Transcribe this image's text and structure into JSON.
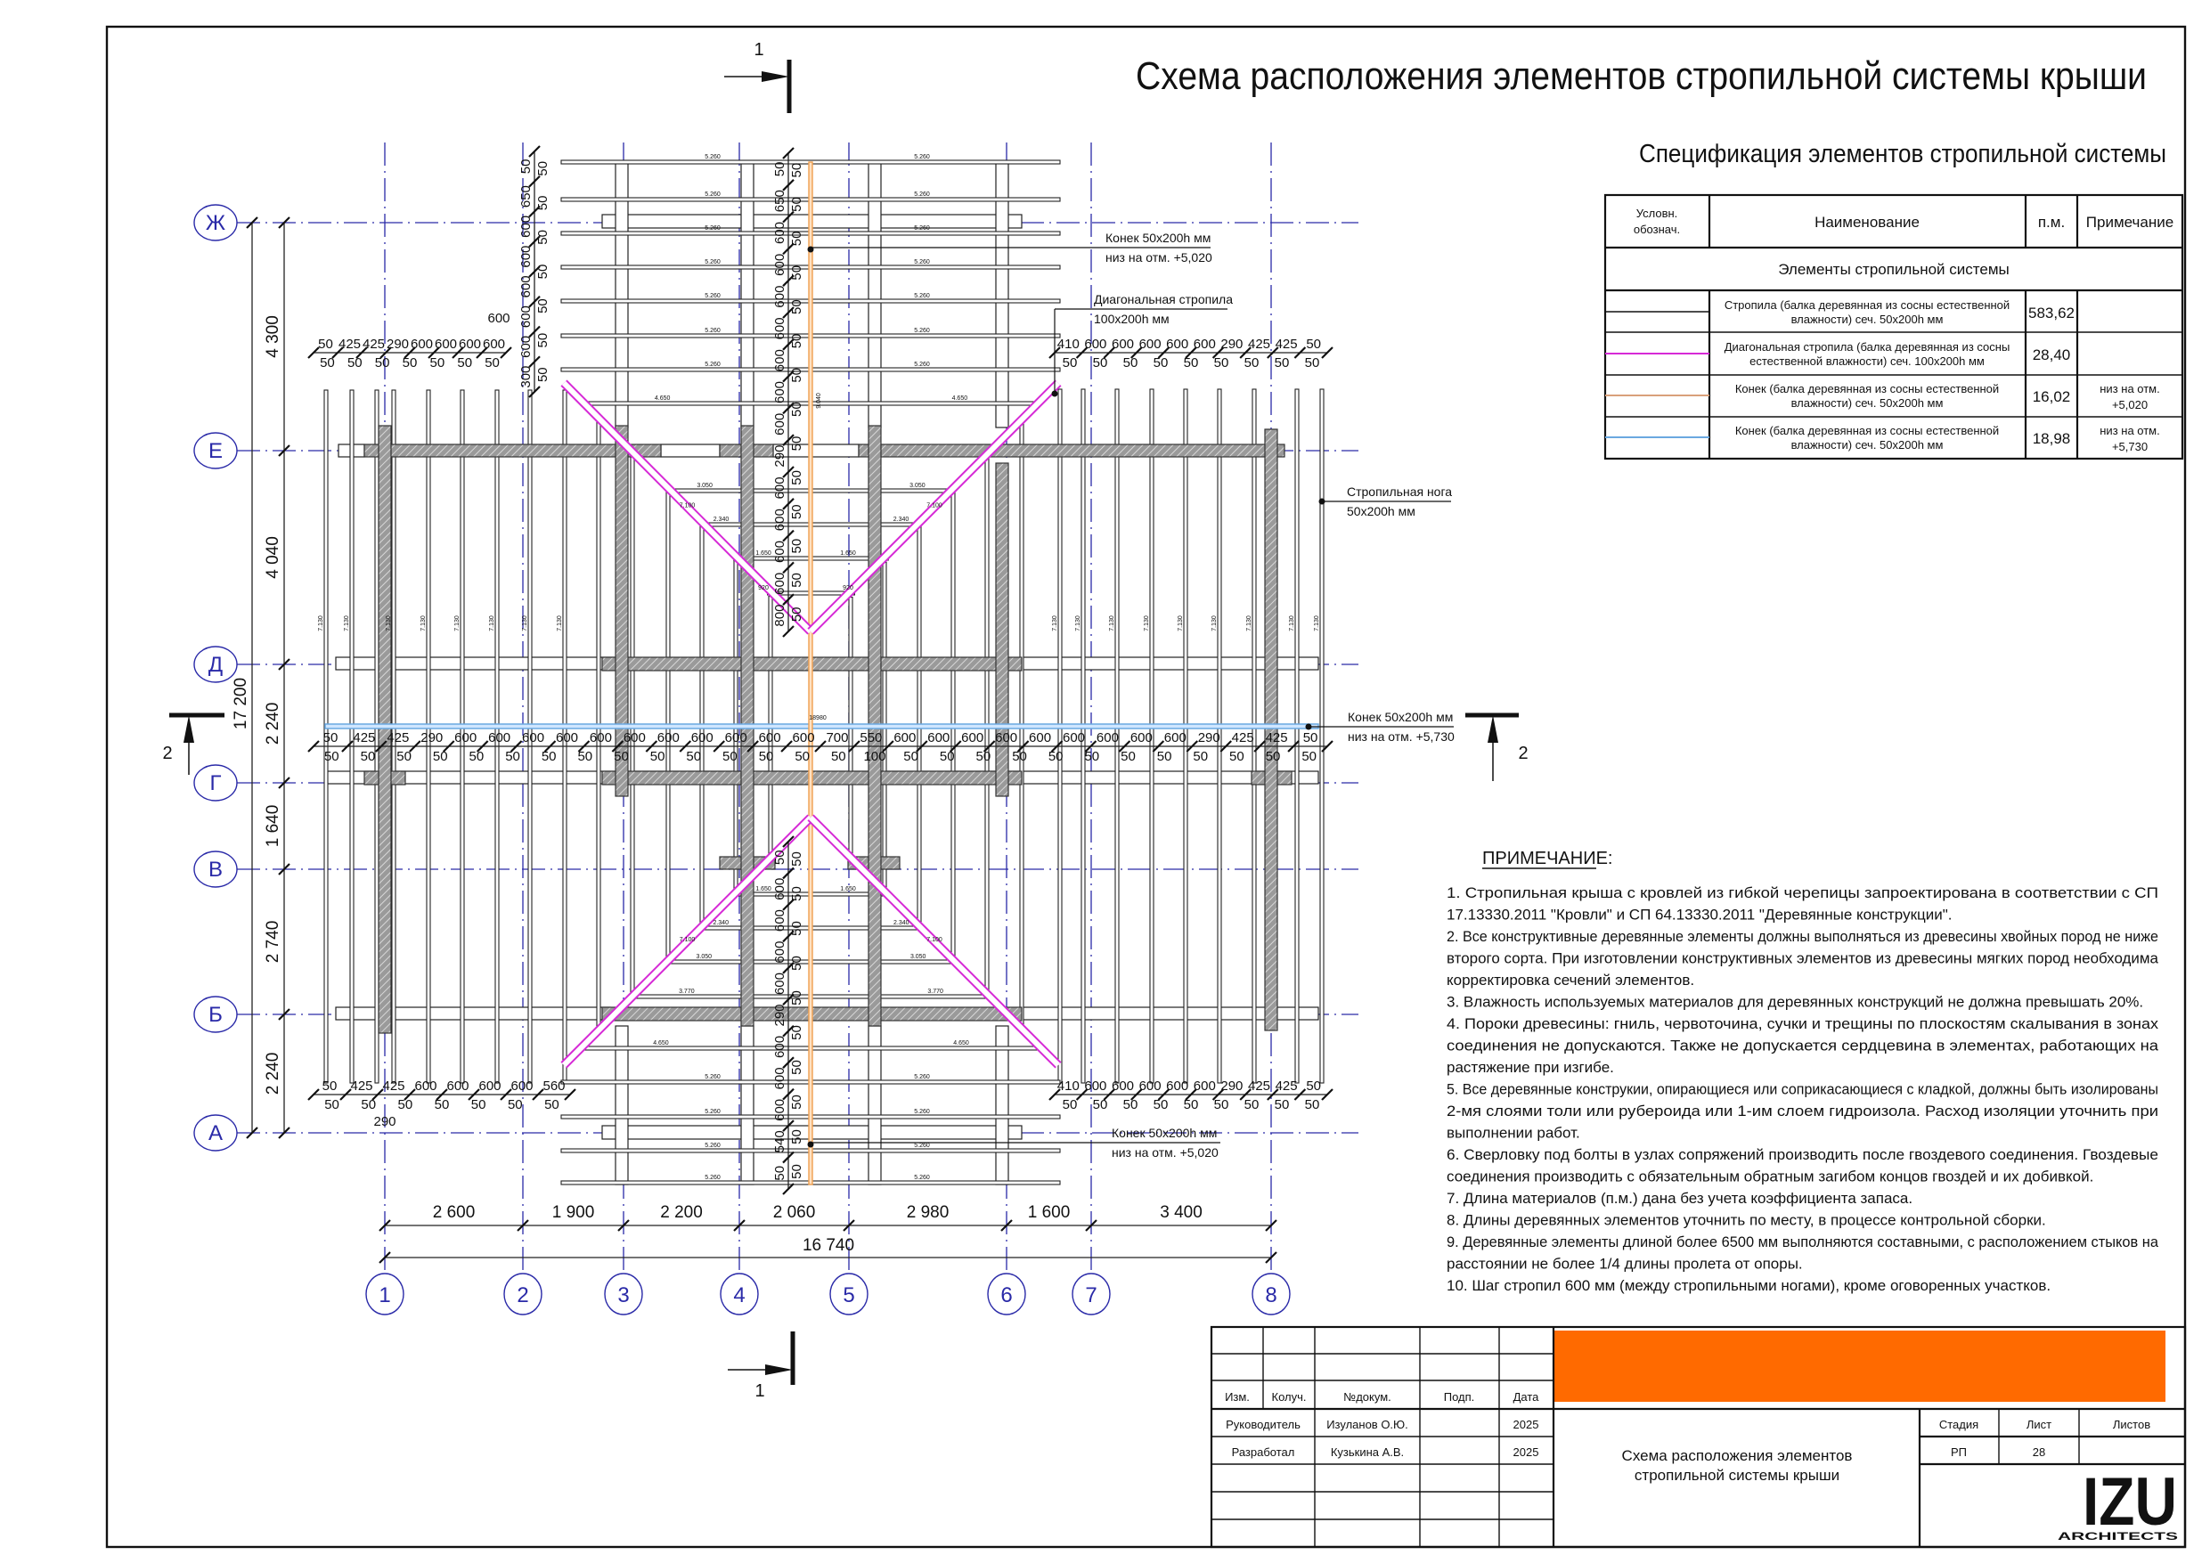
{
  "title": "Схема расположения элементов стропильной системы крыши",
  "section_marks": {
    "vertical": "1",
    "horizontal": "2"
  },
  "grid": {
    "columns": [
      "1",
      "2",
      "3",
      "4",
      "5",
      "6",
      "7",
      "8"
    ],
    "rows": [
      "Ж",
      "Е",
      "Д",
      "Г",
      "В",
      "Б",
      "А"
    ]
  },
  "dims": {
    "columns": [
      "2 600",
      "1 900",
      "2 200",
      "2 060",
      "2 980",
      "1 600",
      "3 400"
    ],
    "columns_total": "16 740",
    "rows": [
      "4 300",
      "4 040",
      "2 240",
      "1 640",
      "2 740",
      "2 240"
    ],
    "rows_total": "17 200"
  },
  "chains": {
    "top_left": {
      "upper": [
        "50",
        "425",
        "425",
        "290",
        "600",
        "600",
        "600",
        "600"
      ],
      "lower": [
        "50",
        "50",
        "50",
        "50",
        "50",
        "50",
        "50"
      ]
    },
    "top_right": {
      "upper": [
        "410",
        "600",
        "600",
        "600",
        "600",
        "600",
        "290",
        "425",
        "425",
        "50"
      ],
      "lower": [
        "50",
        "50",
        "50",
        "50",
        "50",
        "50",
        "50",
        "50",
        "50"
      ]
    },
    "middle": {
      "upper": [
        "50",
        "425",
        "425",
        "290",
        "600",
        "600",
        "600",
        "600",
        "600",
        "600",
        "600",
        "600",
        "600",
        "600",
        "600",
        "700",
        "550",
        "600",
        "600",
        "600",
        "600",
        "600",
        "600",
        "600",
        "600",
        "600",
        "290",
        "425",
        "425",
        "50"
      ],
      "lower": [
        "50",
        "50",
        "50",
        "50",
        "50",
        "50",
        "50",
        "50",
        "50",
        "50",
        "50",
        "50",
        "50",
        "50",
        "50",
        "100",
        "50",
        "50",
        "50",
        "50",
        "50",
        "50",
        "50",
        "50",
        "50",
        "50",
        "50",
        "50"
      ]
    },
    "bottom_left": {
      "upper": [
        "50",
        "425",
        "425",
        "600",
        "600",
        "600",
        "600",
        "560"
      ],
      "lower": [
        "50",
        "50",
        "50",
        "50",
        "50",
        "50",
        "50"
      ],
      "extra": "290"
    },
    "bottom_right": {
      "upper": [
        "410",
        "600",
        "600",
        "600",
        "600",
        "600",
        "290",
        "425",
        "425",
        "50"
      ],
      "lower": [
        "50",
        "50",
        "50",
        "50",
        "50",
        "50",
        "50",
        "50",
        "50"
      ]
    },
    "left_vertical": {
      "upper": [
        "50",
        "650",
        "600",
        "600",
        "600",
        "600",
        "600",
        "300"
      ],
      "lower": [
        "50",
        "50",
        "50",
        "50",
        "50",
        "50",
        "50"
      ],
      "extra": "600"
    },
    "center_top": {
      "upper": [
        "50",
        "650",
        "600",
        "600",
        "600",
        "600",
        "600",
        "600",
        "600",
        "290",
        "600",
        "600",
        "600",
        "600",
        "800"
      ],
      "lower": [
        "50",
        "50",
        "50",
        "50",
        "50",
        "50",
        "50",
        "50",
        "50",
        "50",
        "50",
        "50",
        "50",
        "50"
      ]
    },
    "center_bottom": {
      "upper": [
        "50",
        "600",
        "600",
        "600",
        "600",
        "290",
        "600",
        "600",
        "600",
        "540",
        "50"
      ],
      "lower": [
        "50",
        "50",
        "50",
        "50",
        "50",
        "50",
        "50",
        "50",
        "50",
        "50"
      ]
    }
  },
  "rafter_lengths": {
    "top_rows": [
      "5.260",
      "5.260",
      "5.260",
      "5.260",
      "5.260",
      "5.260",
      "5.260"
    ],
    "v_rows": [
      "4.650",
      "3.050",
      "2.340",
      "1.650",
      "920"
    ],
    "l_rows": [
      "1.650",
      "2.340",
      "3.050",
      "3.770",
      "4.650"
    ],
    "bottom_rows": [
      "5.260",
      "5.260",
      "5.260",
      "5.260"
    ],
    "wing": "7.130",
    "diagonal": "7.100",
    "blue_ridge": "18980",
    "orange_ridge": "9.040"
  },
  "callouts": {
    "ridge_top": {
      "line1": "Конек 50х200h мм",
      "line2": "низ на отм. +5,020"
    },
    "diagonal": {
      "line1": "Диагональная стропила",
      "line2": "100х200h мм"
    },
    "rafter_leg": {
      "line1": "Стропильная нога",
      "line2": "50х200h мм"
    },
    "ridge_blue": {
      "line1": "Конек 50х200h мм",
      "line2": "низ на отм. +5,730"
    },
    "ridge_bottom": {
      "line1": "Конек 50х200h мм",
      "line2": "низ на отм. +5,020"
    }
  },
  "colors": {
    "axis": "#2a2aa8",
    "diagonal": "#d62ad6",
    "ridge_orange": "#f0a050",
    "ridge_blue": "#6aa8e0",
    "stamp": "#ff6a00"
  },
  "spec": {
    "title": "Спецификация элементов стропильной системы",
    "headers": {
      "symbol_1": "Условн.",
      "symbol_2": "обознач.",
      "name": "Наименование",
      "length": "п.м.",
      "note": "Примечание"
    },
    "group": "Элементы стропильной системы",
    "rows": [
      {
        "name_1": "Стропила (балка деревянная из сосны естественной",
        "name_2": "влажности) сеч. 50х200h мм",
        "length": "583,62",
        "note_1": "",
        "note_2": ""
      },
      {
        "name_1": "Диагональная стропила (балка деревянная из сосны",
        "name_2": "естественной влажности) сеч. 100х200h мм",
        "length": "28,40",
        "note_1": "",
        "note_2": ""
      },
      {
        "name_1": "Конек (балка деревянная из сосны естественной",
        "name_2": "влажности) сеч. 50х200h мм",
        "length": "16,02",
        "note_1": "низ на отм.",
        "note_2": "+5,020"
      },
      {
        "name_1": "Конек (балка деревянная из сосны естественной",
        "name_2": "влажности) сеч. 50х200h мм",
        "length": "18,98",
        "note_1": "низ на отм.",
        "note_2": "+5,730"
      }
    ]
  },
  "notes": {
    "heading": "ПРИМЕЧАНИЕ:",
    "lines": [
      "1. Стропильная крыша с кровлей из гибкой черепицы запроектирована в соответствии с СП",
      "17.13330.2011 \"Кровли\" и СП 64.13330.2011 \"Деревянные конструкции\".",
      "2. Все конструктивные деревянные элементы должны выполняться из древесины хвойных пород не ниже",
      "второго сорта. При изготовлении конструктивных элементов из древесины мягких пород необходима",
      "корректировка сечений элементов.",
      "3. Влажность используемых материалов для деревянных конструкций не должна превышать 20%.",
      "4. Пороки древесины: гниль, червоточина, сучки и трещины по плоскостям скалывания в зонах",
      "соединения не допускаются. Также не допускается сердцевина в элементах, работающих на",
      "растяжение при изгибе.",
      "5. Все деревянные конструкии, опирающиеся или соприкасающиеся с кладкой, должны быть изолированы",
      "2-мя слоями толи или рубероида или 1-им слоем гидроизола. Расход изоляции уточнить при",
      "выполнении работ.",
      "6. Сверловку под болты в узлах сопряжений производить после гвоздевого соединения. Гвоздевые",
      "соединения производить с обязательным обратным загибом концов гвоздей и их добивкой.",
      "7. Длина материалов (п.м.) дана без учета коэффициента запаса.",
      "8. Длины деревянных элементов уточнить по месту, в процессе контрольной сборки.",
      "9. Деревянные элементы длиной более 6500 мм выполняются составными, с расположением стыков на",
      "расстоянии не более 1/4 длины пролета от опоры.",
      "10. Шаг стропил 600 мм (между стропильными ногами), кроме оговоренных участков."
    ]
  },
  "title_block": {
    "headers": [
      "Изм.",
      "Колуч.",
      "№докум.",
      "Подп.",
      "Дата"
    ],
    "people": [
      {
        "role": "Руководитель",
        "name": "Изуланов О.Ю.",
        "date": "2025"
      },
      {
        "role": "Разработал",
        "name": "Кузькина А.В.",
        "date": "2025"
      }
    ],
    "sheet_title_1": "Схема расположения элементов",
    "sheet_title_2": "стропильной системы крыши",
    "stage_label": "Стадия",
    "sheet_label": "Лист",
    "sheets_label": "Листов",
    "stage": "РП",
    "sheet": "28",
    "logo": {
      "mark": "IZU",
      "sub": "ARCHITECTS"
    }
  }
}
